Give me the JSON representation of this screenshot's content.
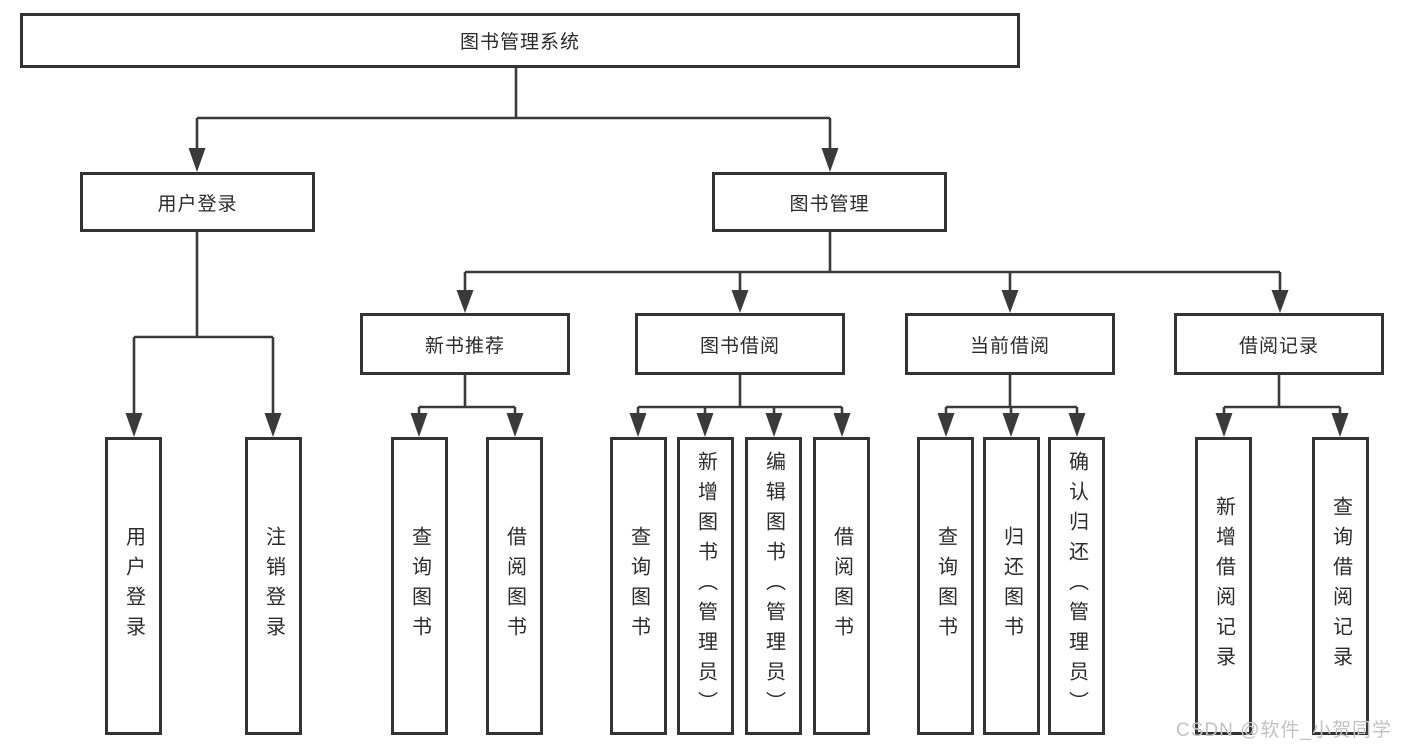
{
  "diagram_title": "图书管理系统",
  "nodes": {
    "root": "图书管理系统",
    "user_login": "用户登录",
    "book_management": "图书管理",
    "new_book_recommend": "新书推荐",
    "book_borrow": "图书借阅",
    "current_borrow": "当前借阅",
    "borrow_record": "借阅记录",
    "leaf_user_login": "用户登录",
    "leaf_logout": "注销登录",
    "leaf_query_book_recommend": "查询图书",
    "leaf_borrow_book_recommend": "借阅图书",
    "leaf_query_book_borrow": "查询图书",
    "leaf_add_book": "新增图书（管理员）",
    "leaf_edit_book": "编辑图书（管理员）",
    "leaf_borrow_book_borrow": "借阅图书",
    "leaf_query_book_current": "查询图书",
    "leaf_return_book": "归还图书",
    "leaf_confirm_return": "确认归还（管理员）",
    "leaf_add_borrow_record": "新增借阅记录",
    "leaf_query_borrow_record": "查询借阅记录"
  },
  "watermark": "CSDN @软件_小贺同学",
  "colors": {
    "line": "#3a3a3a",
    "box_border": "#333333",
    "text": "#2b2b2b",
    "watermark": "#c2c2c2",
    "background": "#ffffff"
  }
}
